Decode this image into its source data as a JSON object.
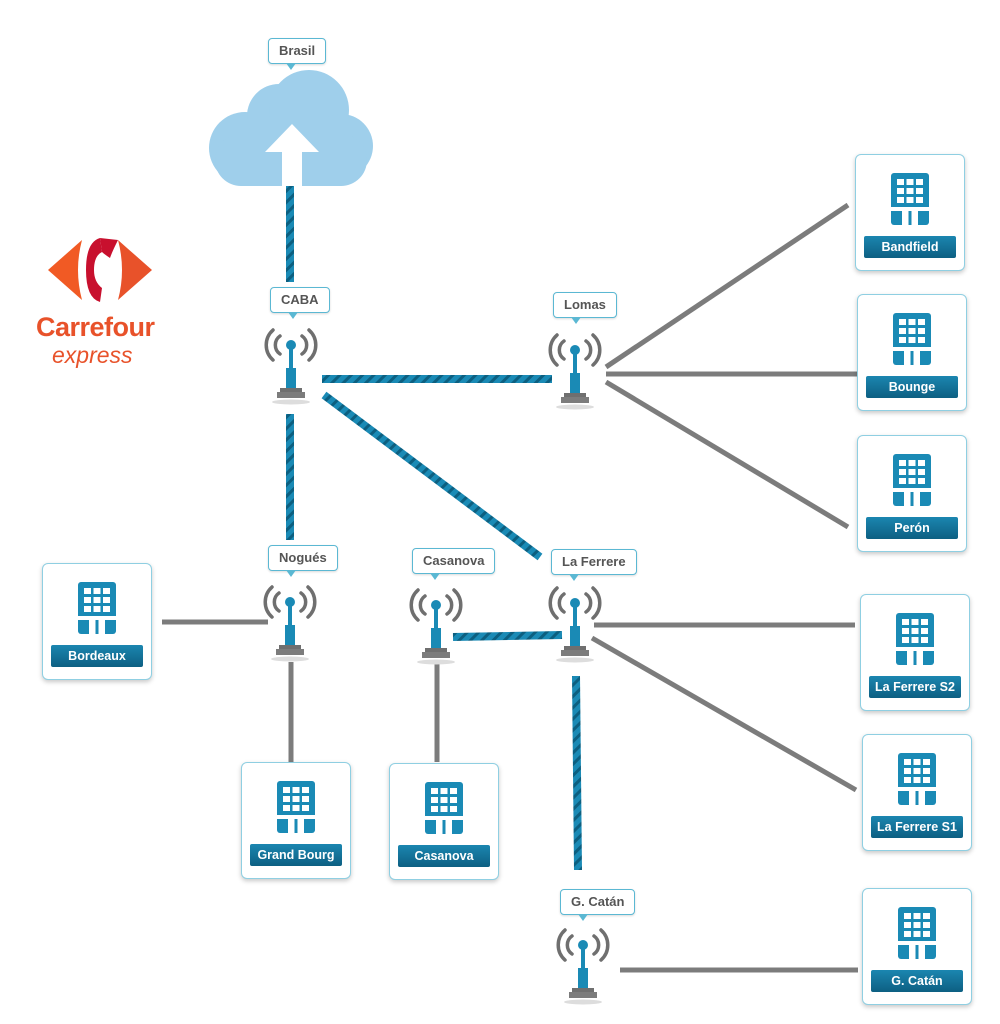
{
  "brand": {
    "name": "Carrefour",
    "sub": "express",
    "color": "#e8522a"
  },
  "cloud": {
    "label": "Brasil",
    "color": "#9fcfeb"
  },
  "colors": {
    "fiber": "#1a8ab5",
    "fiber_stripe": "#0c5f80",
    "copper": "#7c7c7c",
    "site_label": "#0d6f96"
  },
  "towers": [
    {
      "id": "caba",
      "label": "CABA"
    },
    {
      "id": "lomas",
      "label": "Lomas"
    },
    {
      "id": "nogues",
      "label": "Nogués"
    },
    {
      "id": "casanova",
      "label": "Casanova"
    },
    {
      "id": "laferrere",
      "label": "La Ferrere"
    },
    {
      "id": "gcatan",
      "label": "G. Catán"
    }
  ],
  "sites": [
    {
      "id": "bandfield",
      "label": "Bandfield",
      "uplink": "lomas"
    },
    {
      "id": "bounge",
      "label": "Bounge",
      "uplink": "lomas"
    },
    {
      "id": "peron",
      "label": "Perón",
      "uplink": "lomas"
    },
    {
      "id": "bordeaux",
      "label": "Bordeaux",
      "uplink": "nogues"
    },
    {
      "id": "grandbourg",
      "label": "Grand Bourg",
      "uplink": "nogues"
    },
    {
      "id": "casanova-site",
      "label": "Casanova",
      "uplink": "casanova"
    },
    {
      "id": "laferrere-s2",
      "label": "La Ferrere S2",
      "uplink": "laferrere"
    },
    {
      "id": "laferrere-s1",
      "label": "La Ferrere S1",
      "uplink": "laferrere"
    },
    {
      "id": "gcatan-site",
      "label": "G. Catán",
      "uplink": "gcatan"
    }
  ],
  "backbone_links": [
    [
      "brasil",
      "caba"
    ],
    [
      "caba",
      "lomas"
    ],
    [
      "caba",
      "nogues"
    ],
    [
      "caba",
      "laferrere"
    ],
    [
      "casanova",
      "laferrere"
    ],
    [
      "laferrere",
      "gcatan"
    ]
  ]
}
